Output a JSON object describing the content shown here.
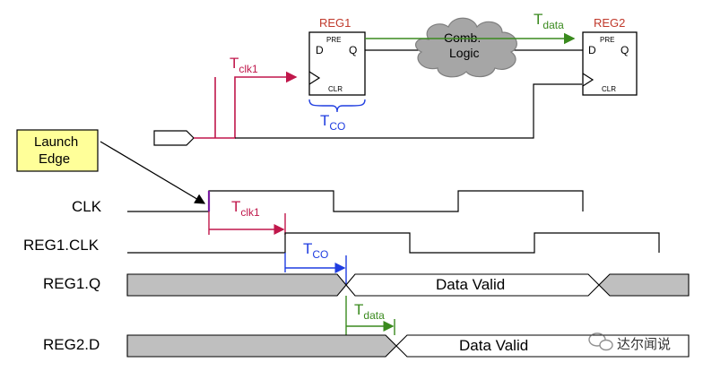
{
  "registers": {
    "reg1": {
      "title": "REG1",
      "pin_d": "D",
      "pin_q": "Q",
      "pin_pre": "PRE",
      "pin_clr": "CLR"
    },
    "reg2": {
      "title": "REG2",
      "pin_d": "D",
      "pin_q": "Q",
      "pin_pre": "PRE",
      "pin_clr": "CLR"
    }
  },
  "cloud": {
    "line1": "Comb.",
    "line2": "Logic"
  },
  "launch_box": {
    "line1": "Launch",
    "line2": "Edge"
  },
  "delays": {
    "clk1": {
      "main": "T",
      "sub": "clk1"
    },
    "co": {
      "main": "T",
      "sub": "CO"
    },
    "data": {
      "main": "T",
      "sub": "data"
    }
  },
  "signals": {
    "clk": "CLK",
    "reg1_clk": "REG1.CLK",
    "reg1_q": "REG1.Q",
    "reg2_d": "REG2.D"
  },
  "data_valid": "Data Valid",
  "watermark": "达尔闻说",
  "colors": {
    "clk1": "#c0174b",
    "co": "#1f3de0",
    "data": "#3a8a1e",
    "reg_title": "#c0392b",
    "launch_bg": "#ffff99",
    "bus_gray": "#bfbfbf"
  }
}
